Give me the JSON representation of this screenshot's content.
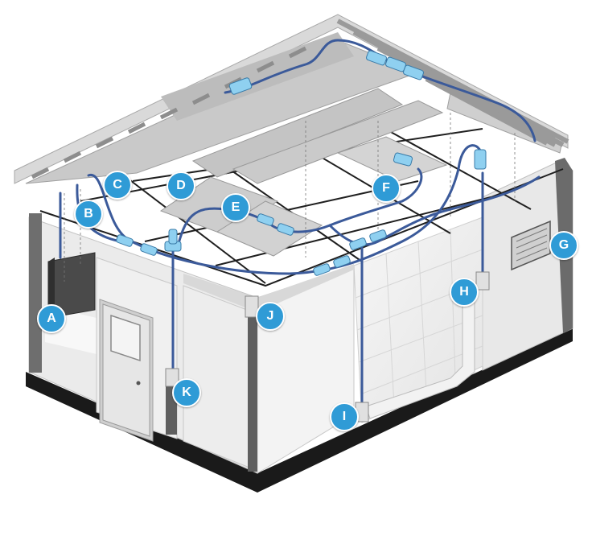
{
  "diagram": {
    "callouts": [
      {
        "id": "A",
        "label": "A"
      },
      {
        "id": "B",
        "label": "B"
      },
      {
        "id": "C",
        "label": "C"
      },
      {
        "id": "D",
        "label": "D"
      },
      {
        "id": "E",
        "label": "E"
      },
      {
        "id": "F",
        "label": "F"
      },
      {
        "id": "G",
        "label": "G"
      },
      {
        "id": "H",
        "label": "H"
      },
      {
        "id": "I",
        "label": "I"
      },
      {
        "id": "J",
        "label": "J"
      },
      {
        "id": "K",
        "label": "K"
      }
    ]
  },
  "colors": {
    "callout": "#2f9bd6",
    "cable": "#3b5a9a",
    "connector": "#8fd0f0",
    "wall": "#e9e9e9",
    "base": "#1a1a1a"
  }
}
